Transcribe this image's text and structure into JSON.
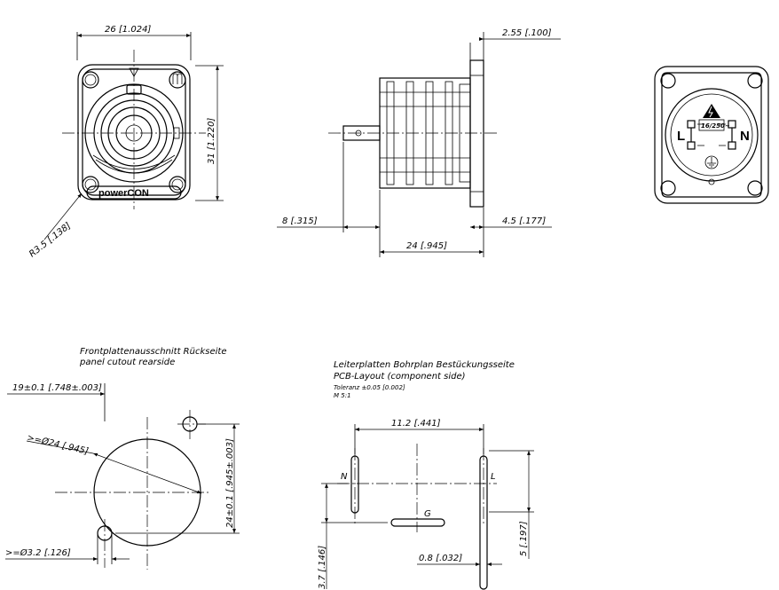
{
  "front_view": {
    "width_dim": "26 [1.024]",
    "height_dim": "31 [1.220]",
    "radius_dim": "R3.5 [.138]",
    "brand_label": "powerCON"
  },
  "side_view": {
    "flange_dim": "2.55 [.100]",
    "pin_dim": "8 [.315]",
    "depth_dim": "24 [.945]",
    "rear_dim": "4.5 [.177]"
  },
  "rear_view": {
    "rating_label": "16/250~",
    "line_label": "L",
    "neutral_label": "N"
  },
  "panel_cutout": {
    "title_de": "Frontplattenausschnitt Rückseite",
    "title_en": "panel cutout rearside",
    "offset_dim": "19±0.1 [.748±.003]",
    "diameter_dim": ">=Ø24 [.945]",
    "spacing_dim": "24±0.1 [.945±.003]",
    "hole_dim": ">=Ø3.2 [.126]"
  },
  "pcb_layout": {
    "title_de": "Leiterplatten Bohrplan Bestückungsseite",
    "title_en": "PCB-Layout (component side)",
    "tolerance": "Toleranz ±0.05 [0.002]",
    "scale": "M 5:1",
    "width_dim": "11.2 [.441]",
    "pin_n": "N",
    "pin_l": "L",
    "pin_g": "G",
    "slot_width_dim": "0.8 [.032]",
    "height_dim": "5 [.197]",
    "offset_dim": "3.7 [.146]"
  }
}
